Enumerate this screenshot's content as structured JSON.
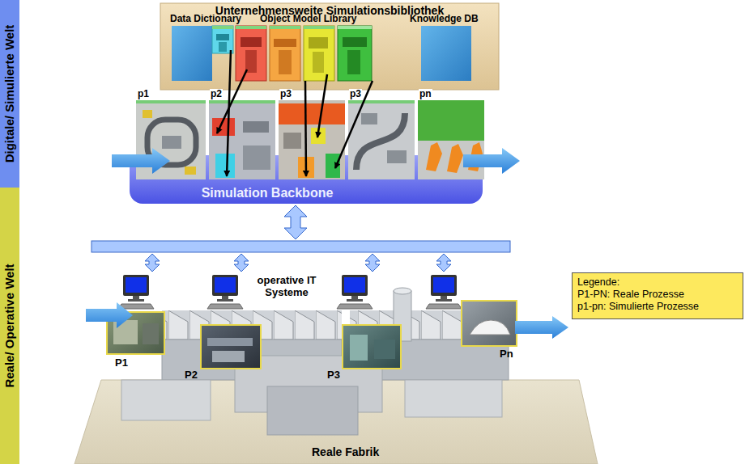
{
  "diagram": {
    "nodes": [
      {
        "text": [
          "Digitale/ Simulierte Welt"
        ]
      },
      {
        "text": [
          "Reale/ Operative Welt"
        ]
      },
      {
        "text": [
          "Unternehmensweite Simulationsbibliothek"
        ]
      },
      {
        "text": [
          "Data Dictionary"
        ],
        "in": 2
      },
      {
        "text": [
          "Object Model Library"
        ],
        "in": 2
      },
      {
        "text": [
          "Knowledge DB"
        ],
        "in": 2
      },
      {
        "text": [
          "p1"
        ]
      },
      {
        "text": [
          "p2"
        ]
      },
      {
        "text": [
          "p3"
        ]
      },
      {
        "text": [
          "p3"
        ]
      },
      {
        "text": [
          "pn"
        ]
      },
      {
        "text": [
          "Simulation Backbone"
        ]
      },
      {
        "text": [
          "P1"
        ]
      },
      {
        "text": [
          "P2"
        ]
      },
      {
        "text": [
          "P3"
        ]
      },
      {
        "text": [
          "Pn"
        ]
      },
      {
        "text": [
          "Legende:",
          "P1-PN: Reale Prozesse",
          "p1-pn: Simulierte Prozesse"
        ]
      }
    ],
    "edges": [
      {
        "from": 4,
        "to": 7,
        "arrow": "to"
      },
      {
        "from": 4,
        "to": 7,
        "arrow": "to"
      },
      {
        "from": 4,
        "to": 8,
        "arrow": "to"
      },
      {
        "from": 4,
        "to": 8,
        "arrow": "to"
      },
      {
        "from": 4,
        "to": 8,
        "arrow": "to"
      }
    ],
    "labels": [
      "operative IT Systeme",
      "Reale Fabrik"
    ]
  }
}
